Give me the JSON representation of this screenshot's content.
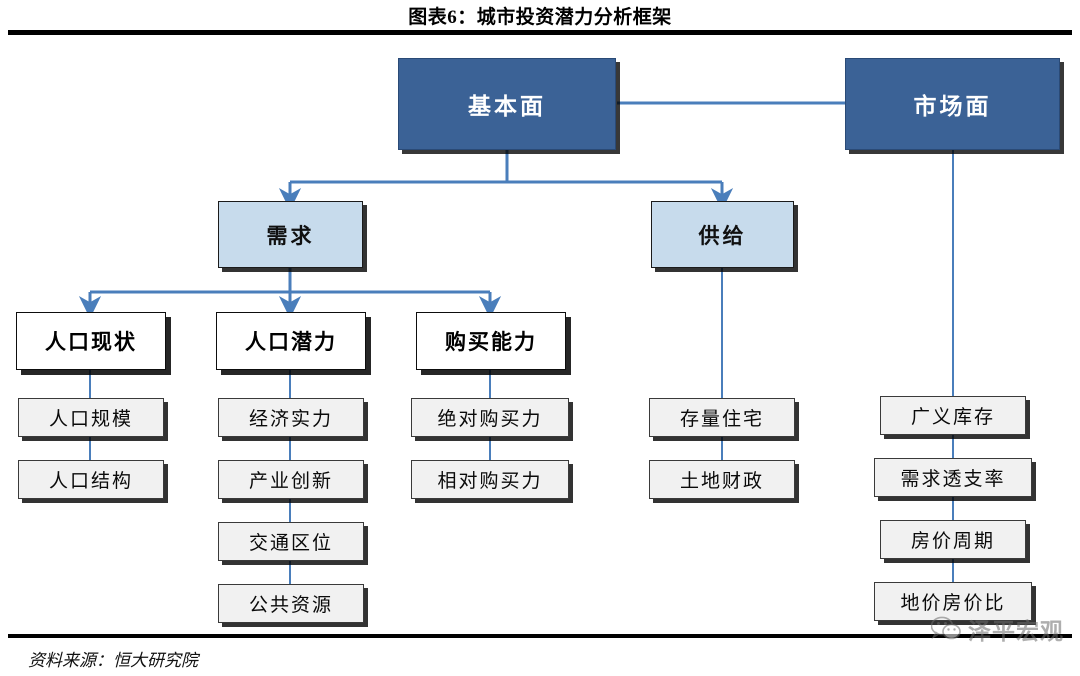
{
  "header": {
    "title": "图表6：城市投资潜力分析框架"
  },
  "footer": {
    "source": "资料来源：恒大研究院",
    "watermark": "泽平宏观",
    "watermark_icon": "wechat-icon"
  },
  "colors": {
    "primary_fill": "#3B6296",
    "primary_text": "#FFFFFF",
    "secondary_fill": "#C7DBEC",
    "tertiary_fill": "#FFFFFF",
    "leaf_fill": "#F1F1F1",
    "connector": "#4A7EBB",
    "rule": "#000000"
  },
  "diagram": {
    "type": "hierarchy-flowchart",
    "roots": [
      {
        "id": "fundamental",
        "label": "基本面"
      },
      {
        "id": "market",
        "label": "市场面"
      }
    ],
    "level2": [
      {
        "id": "demand",
        "label": "需求",
        "parent": "fundamental"
      },
      {
        "id": "supply",
        "label": "供给",
        "parent": "fundamental"
      }
    ],
    "level3": [
      {
        "id": "pop-status",
        "label": "人口现状",
        "parent": "demand"
      },
      {
        "id": "pop-potential",
        "label": "人口潜力",
        "parent": "demand"
      },
      {
        "id": "purchase-power",
        "label": "购买能力",
        "parent": "demand"
      }
    ],
    "leaves": {
      "pop_status": [
        "人口规模",
        "人口结构"
      ],
      "pop_potential": [
        "经济实力",
        "产业创新",
        "交通区位",
        "公共资源"
      ],
      "purchase_power": [
        "绝对购买力",
        "相对购买力"
      ],
      "supply": [
        "存量住宅",
        "土地财政"
      ],
      "market": [
        "广义库存",
        "需求透支率",
        "房价周期",
        "地价房价比"
      ]
    }
  }
}
